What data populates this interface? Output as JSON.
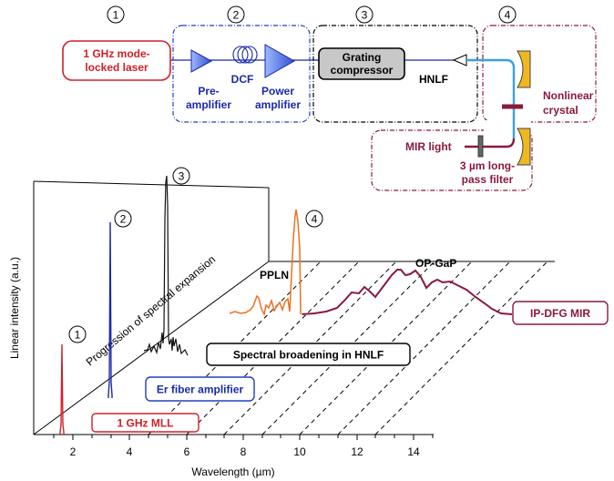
{
  "setup": {
    "stage_numbers": [
      "1",
      "2",
      "3",
      "4"
    ],
    "laser_label": [
      "1 GHz mode-",
      "locked laser"
    ],
    "preamp_label": [
      "Pre-",
      "amplifier"
    ],
    "dcf_label": "DCF",
    "power_amp_label": [
      "Power",
      "amplifier"
    ],
    "compressor_label": [
      "Grating",
      "compressor"
    ],
    "hnlf_label": "HNLF",
    "crystal_label": [
      "Nonlinear",
      "crystal"
    ],
    "mir_light_label": "MIR light",
    "filter_label": [
      "3 µm long-",
      "pass filter"
    ]
  },
  "plot": {
    "ylabel": "Linear intensity (a.u.)",
    "xlabel": "Wavelength (µm)",
    "x_ticks": [
      "2",
      "4",
      "6",
      "8",
      "10",
      "12",
      "14"
    ],
    "progression_label": "Progression of spectral expansion",
    "stage_labels": {
      "mll": "1 GHz MLL",
      "er_amp": "Er fiber amplifier",
      "broadening": "Spectral broadening in HNLF",
      "ip_dfg": "IP-DFG MIR"
    },
    "pp_labels": {
      "ppln": "PPLN",
      "opgap": "OP-GaP"
    },
    "spectrum_markers": [
      "1",
      "2",
      "3",
      "4"
    ]
  },
  "colors": {
    "laser_red": "#d0202a",
    "amp_blue": "#1a2aa8",
    "pre_box_blue": "#2040c0",
    "crystal_maroon": "#8a1a3a",
    "orange": "#ee7020",
    "box_gray": "#c8c8c8",
    "mirror_gold": "#f0b820"
  }
}
